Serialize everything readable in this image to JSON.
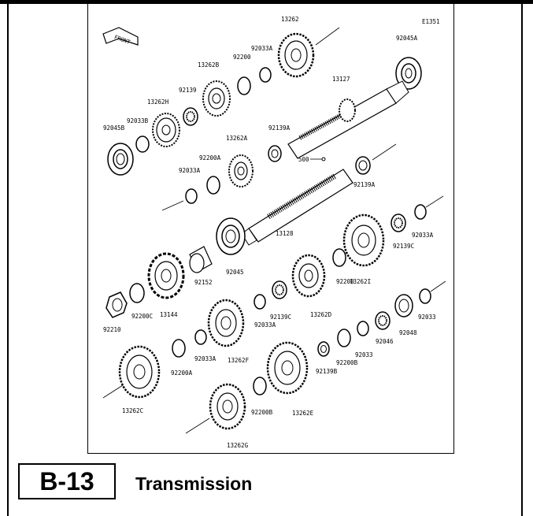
{
  "figure_id": "E1351",
  "front_label": "FRONT",
  "section_code": "B-13",
  "section_title": "Transmission",
  "callouts": [
    {
      "id": "c1",
      "text": "13262"
    },
    {
      "id": "c2",
      "text": "92033A"
    },
    {
      "id": "c3",
      "text": "92045A"
    },
    {
      "id": "c4",
      "text": "92200"
    },
    {
      "id": "c5",
      "text": "13262B"
    },
    {
      "id": "c6",
      "text": "13127"
    },
    {
      "id": "c7",
      "text": "92139"
    },
    {
      "id": "c8",
      "text": "13262H"
    },
    {
      "id": "c9",
      "text": "92033B"
    },
    {
      "id": "c10",
      "text": "92045B"
    },
    {
      "id": "c11",
      "text": "92139A"
    },
    {
      "id": "c12",
      "text": "13262A"
    },
    {
      "id": "c13",
      "text": "92200A"
    },
    {
      "id": "c14",
      "text": "500"
    },
    {
      "id": "c15",
      "text": "92033A"
    },
    {
      "id": "c16",
      "text": "92139A"
    },
    {
      "id": "c17",
      "text": "13128"
    },
    {
      "id": "c18",
      "text": "92033A"
    },
    {
      "id": "c19",
      "text": "92139C"
    },
    {
      "id": "c20",
      "text": "13262I"
    },
    {
      "id": "c21",
      "text": "92152"
    },
    {
      "id": "c22",
      "text": "92045"
    },
    {
      "id": "c23",
      "text": "92200"
    },
    {
      "id": "c24",
      "text": "92200C"
    },
    {
      "id": "c25",
      "text": "13144"
    },
    {
      "id": "c26",
      "text": "13262D"
    },
    {
      "id": "c27",
      "text": "92210"
    },
    {
      "id": "c28",
      "text": "92033A"
    },
    {
      "id": "c29",
      "text": "92139C"
    },
    {
      "id": "c30",
      "text": "92033"
    },
    {
      "id": "c31",
      "text": "92048"
    },
    {
      "id": "c32",
      "text": "92046"
    },
    {
      "id": "c33",
      "text": "92033"
    },
    {
      "id": "c34",
      "text": "92033A"
    },
    {
      "id": "c35",
      "text": "13262F"
    },
    {
      "id": "c36",
      "text": "92200B"
    },
    {
      "id": "c37",
      "text": "92139B"
    },
    {
      "id": "c38",
      "text": "92200A"
    },
    {
      "id": "c39",
      "text": "13262C"
    },
    {
      "id": "c40",
      "text": "92200B"
    },
    {
      "id": "c41",
      "text": "13262E"
    },
    {
      "id": "c42",
      "text": "13262G"
    }
  ]
}
